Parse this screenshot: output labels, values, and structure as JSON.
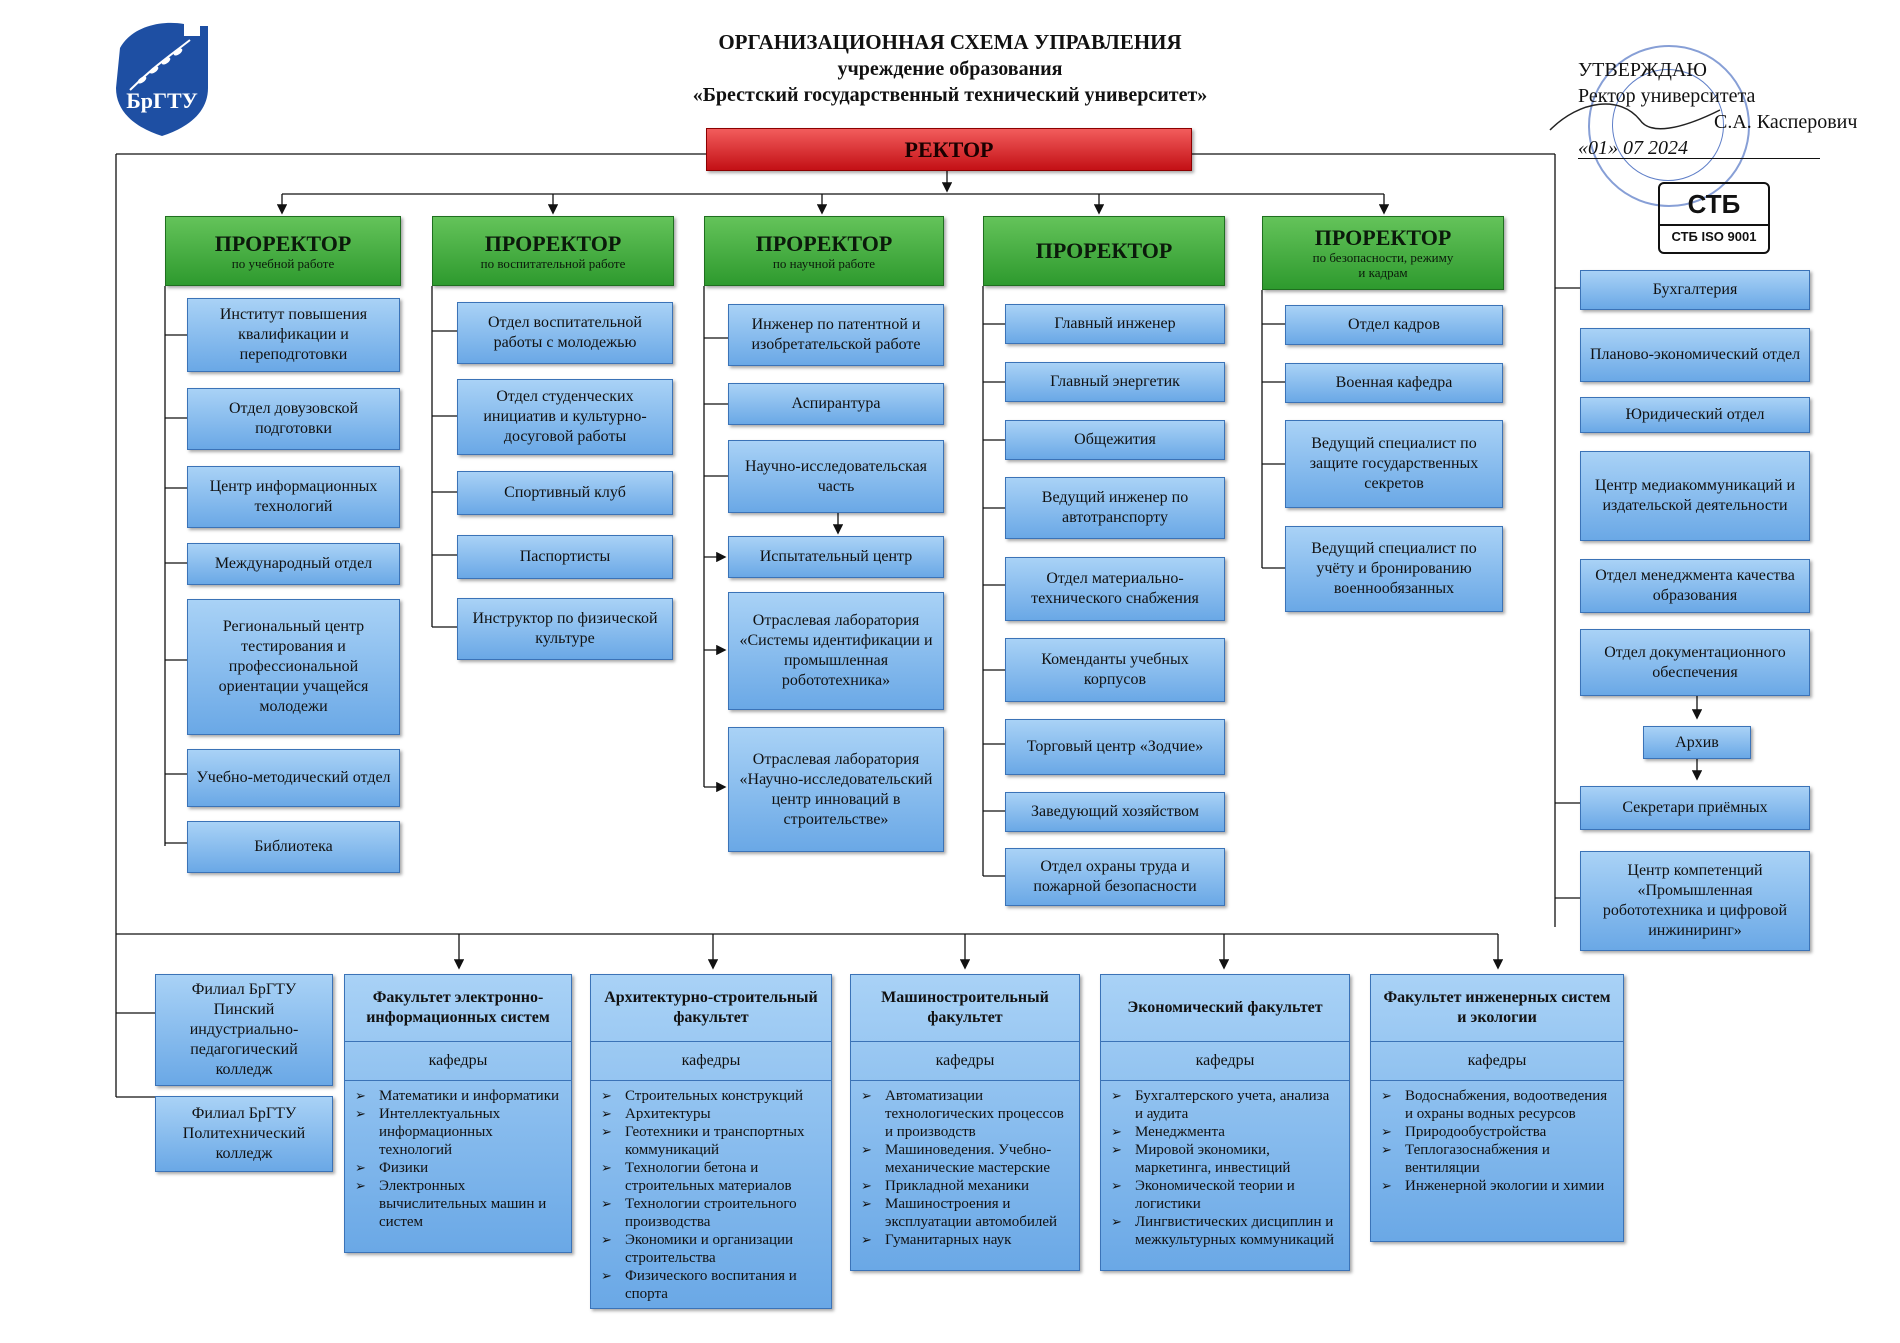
{
  "logo": {
    "text": "БрГТУ"
  },
  "header": {
    "line1": "ОРГАНИЗАЦИОННАЯ СХЕМА УПРАВЛЕНИЯ",
    "line2": "учреждение образования",
    "line3": "«Брестский государственный технический университет»"
  },
  "approval": {
    "line1": "УТВЕРЖДАЮ",
    "line2": "Ректор университета",
    "line3": "С.А. Касперович",
    "line4": "«01»   07  2024"
  },
  "certificate": {
    "logo": "СТБ",
    "text": "СТБ ISO 9001"
  },
  "rector": "РЕКТОР",
  "prorectors": [
    {
      "title": "ПРОРЕКТОР",
      "subtitle": "по учебной работе"
    },
    {
      "title": "ПРОРЕКТОР",
      "subtitle": "по воспитательной работе"
    },
    {
      "title": "ПРОРЕКТОР",
      "subtitle": "по научной работе"
    },
    {
      "title": "ПРОРЕКТОР",
      "subtitle": ""
    },
    {
      "title": "ПРОРЕКТОР",
      "subtitle": "по безопасности, режиму и кадрам"
    }
  ],
  "col1": [
    "Институт повышения квалификации и переподготовки",
    "Отдел довузовской подготовки",
    "Центр информационных технологий",
    "Международный отдел",
    "Региональный центр тестирования и профессиональной ориентации учащейся молодежи",
    "Учебно-методический отдел",
    "Библиотека"
  ],
  "col2": [
    "Отдел воспитательной работы с молодежью",
    "Отдел студенческих инициатив и культурно-досуговой работы",
    "Спортивный клуб",
    "Паспортисты",
    "Инструктор по физической культуре"
  ],
  "col3": [
    "Инженер по патентной и изобретательской работе",
    "Аспирантура",
    "Научно-исследовательская часть",
    "Испытательный центр",
    "Отраслевая лаборатория «Системы идентификации и промышленная робототехника»",
    "Отраслевая лаборатория «Научно-исследовательский центр инноваций в строительстве»"
  ],
  "col4": [
    "Главный инженер",
    "Главный энергетик",
    "Общежития",
    "Ведущий инженер по автотранспорту",
    "Отдел материально-технического снабжения",
    "Коменданты учебных корпусов",
    "Торговый центр «Зодчие»",
    "Заведующий хозяйством",
    "Отдел охраны труда и пожарной безопасности"
  ],
  "col5": [
    "Отдел кадров",
    "Военная кафедра",
    "Ведущий специалист по защите государственных секретов",
    "Ведущий специалист по учёту и бронированию военнообязанных"
  ],
  "col6": [
    "Бухгалтерия",
    "Планово-экономический отдел",
    "Юридический отдел",
    "Центр медиакоммуникаций и издательской деятельности",
    "Отдел менеджмента качества образования",
    "Отдел документационного обеспечения",
    "Архив",
    "Секретари приёмных",
    "Центр компетенций «Промышленная робототехника и цифровой инжиниринг»"
  ],
  "branches": [
    "Филиал БрГТУ Пинский индустриально-педагогический колледж",
    "Филиал БрГТУ Политехнический колледж"
  ],
  "faculty_departments_label": "кафедры",
  "faculties": [
    {
      "name": "Факультет электронно-информационных систем",
      "departments": [
        "Математики и информатики",
        "Интеллектуальных информационных технологий",
        "Физики",
        "Электронных вычислительных машин и систем"
      ]
    },
    {
      "name": "Архитектурно-строительный факультет",
      "departments": [
        "Строительных конструкций",
        "Архитектуры",
        "Геотехники и транспортных коммуникаций",
        "Технологии бетона и строительных материалов",
        "Технологии строительного производства",
        "Экономики и организации строительства",
        "Физического воспитания и спорта"
      ]
    },
    {
      "name": "Машиностроительный факультет",
      "departments": [
        "Автоматизации технологических процессов и производств",
        "Машиноведения. Учебно-механические мастерские",
        "Прикладной механики",
        "Машиностроения и эксплуатации автомобилей",
        "Гуманитарных наук"
      ]
    },
    {
      "name": "Экономический факультет",
      "departments": [
        "Бухгалтерского учета, анализа и аудита",
        "Менеджмента",
        "Мировой экономики, маркетинга, инвестиций",
        "Экономической теории и логистики",
        "Лингвистических дисциплин и межкультурных коммуникаций"
      ]
    },
    {
      "name": "Факультет инженерных систем и экологии",
      "departments": [
        "Водоснабжения, водоотведения и охраны водных ресурсов",
        "Природообустройства",
        "Теплогазоснабжения и вентиляции",
        "Инженерной экологии и химии"
      ]
    }
  ]
}
